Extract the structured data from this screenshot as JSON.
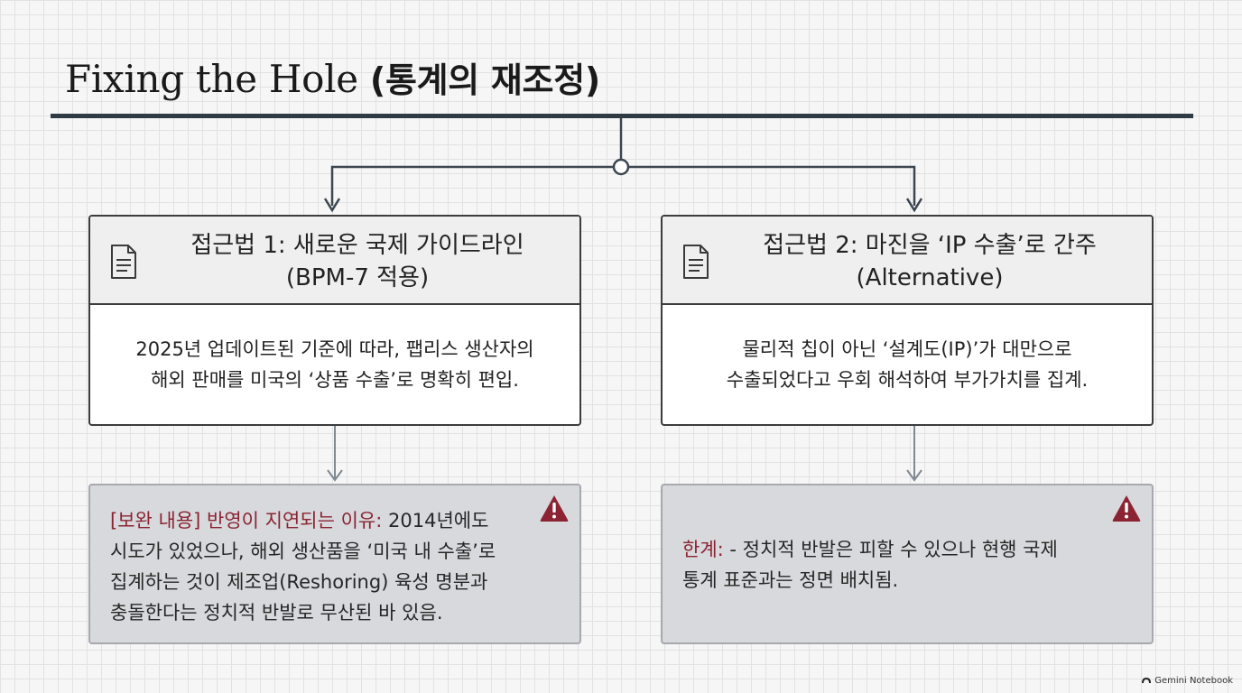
{
  "title": {
    "en": "Fixing the Hole",
    "ko": "(통계의 재조정)"
  },
  "approach1": {
    "title_line1": "접근법 1: 새로운 국제 가이드라인",
    "title_line2": "(BPM-7 적용)",
    "body_line1": "2025년 업데이트된 기준에 따라, 팹리스 생산자의",
    "body_line2": "해외 판매를 미국의 ‘상품 수출’로 명확히 편입."
  },
  "approach2": {
    "title_line1": "접근법 2: 마진을 ‘IP 수출’로 간주",
    "title_line2": "(Alternative)",
    "body_line1": "물리적 칩이 아닌 ‘설계도(IP)’가 대만으로",
    "body_line2": "수출되었다고 우회 해석하여 부가가치를 집계."
  },
  "note1": {
    "label": "[보완 내용] 반영이 지연되는 이유:",
    "line1_rest": " 2014년에도",
    "line2": "시도가 있었으나, 해외 생산품을 ‘미국 내 수출’로",
    "line3": "집계하는 것이 제조업(Reshoring) 육성 명분과",
    "line4": "충돌한다는 정치적 반발로 무산된 바 있음."
  },
  "note2": {
    "label": "한계:",
    "line1_rest": " - 정치적 반발은 피할 수 있으나 현행 국제",
    "line2": "통계 표준과는 정면 배치됨."
  },
  "icons": {
    "document": "document-icon",
    "warning": "warning-icon",
    "brand": "gemini-notebook-logo"
  },
  "colors": {
    "highlight": "#8b2332",
    "rule": "#2f3a42",
    "note_bg": "#d7d9dc"
  },
  "brand": "Gemini Notebook"
}
